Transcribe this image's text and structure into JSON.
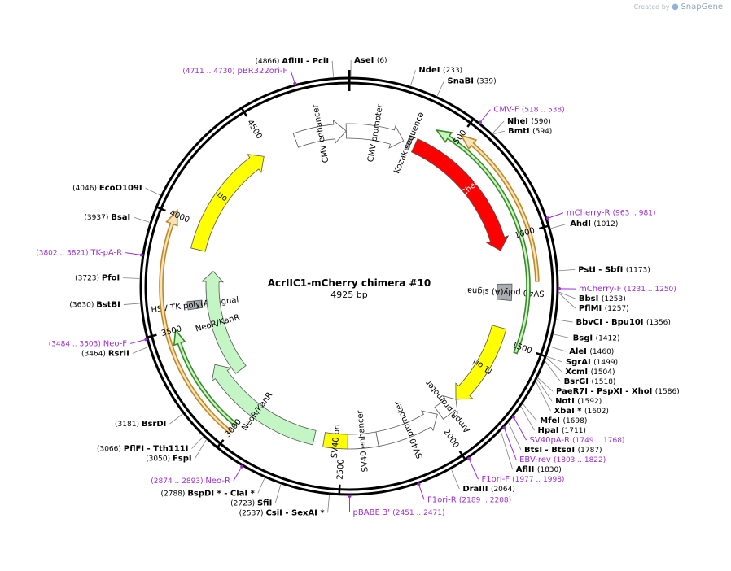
{
  "branding": {
    "created_by": "Created by",
    "product": "SnapGene"
  },
  "plasmid": {
    "name": "AcrIIC1-mCherry chimera #10",
    "size_label": "4925 bp",
    "length": 4925
  },
  "ticks": [
    {
      "bp": 500,
      "label": "500"
    },
    {
      "bp": 1000,
      "label": "1000"
    },
    {
      "bp": 1500,
      "label": "1500"
    },
    {
      "bp": 2000,
      "label": "2000"
    },
    {
      "bp": 2500,
      "label": "2500"
    },
    {
      "bp": 3000,
      "label": "3000"
    },
    {
      "bp": 3500,
      "label": "3500"
    },
    {
      "bp": 4000,
      "label": "4000"
    },
    {
      "bp": 4500,
      "label": "4500"
    }
  ],
  "features": [
    {
      "name": "CMV enhancer",
      "label": "CMV enhancer",
      "start": 4650,
      "end": 4910,
      "strand": 1,
      "color": "#ffffff",
      "ring": "inner",
      "show_label": true
    },
    {
      "name": "CMV promoter",
      "label": "CMV promoter",
      "start": 4910,
      "end": 280,
      "strand": 1,
      "color": "#ffffff",
      "ring": "inner",
      "show_label": true
    },
    {
      "name": "Kozak sequence",
      "label": "Kozak sequence",
      "start": 300,
      "end": 318,
      "strand": 0,
      "color": "#a9adb2",
      "ring": "inner",
      "show_label": true
    },
    {
      "name": "mCherry",
      "label": "mCherry",
      "start": 340,
      "end": 1050,
      "strand": 1,
      "color": "#ff0000",
      "ring": "inner",
      "show_label": true
    },
    {
      "name": "SV40 poly(A) signal",
      "label": "SV40 poly(A) signal",
      "start": 1220,
      "end": 1300,
      "strand": 0,
      "color": "#a9adb2",
      "ring": "inner",
      "show_label": true
    },
    {
      "name": "f1 ori",
      "label": "f1 ori",
      "start": 1440,
      "end": 1870,
      "strand": 1,
      "color": "#ffff00",
      "ring": "inner",
      "show_label": true
    },
    {
      "name": "AmpR promoter",
      "label": "AmpR promoter",
      "start": 1870,
      "end": 1980,
      "strand": -1,
      "color": "#ffffff",
      "ring": "inner",
      "show_label": true
    },
    {
      "name": "SV40 promoter",
      "label": "SV40 promoter",
      "start": 1990,
      "end": 2320,
      "strand": -1,
      "color": "#ffffff",
      "ring": "inner",
      "show_label": true
    },
    {
      "name": "SV40 enhancer",
      "label": "SV40 enhancer",
      "start": 2320,
      "end": 2470,
      "strand": 0,
      "color": "#ffffff",
      "ring": "inner",
      "show_label": true
    },
    {
      "name": "SV40 ori",
      "label": "SV40 ori",
      "start": 2470,
      "end": 2590,
      "strand": 0,
      "color": "#ffff00",
      "ring": "inner",
      "show_label": true
    },
    {
      "name": "NeoR/KanR",
      "label": "NeoR/KanR",
      "start": 2640,
      "end": 3280,
      "strand": 1,
      "color": "#c4f5c4",
      "ring": "inner",
      "show_label": true
    },
    {
      "name": "HSV TK poly(A) signal",
      "label": "HSV TK poly(A) signal",
      "start": 3580,
      "end": 3620,
      "strand": 0,
      "color": "#a9adb2",
      "ring": "inner",
      "show_label": true
    },
    {
      "name": "ori",
      "label": "ori",
      "start": 3880,
      "end": 4470,
      "strand": 1,
      "color": "#ffff00",
      "ring": "inner",
      "show_label": true
    },
    {
      "name": "mCherry-green-orf",
      "label": "",
      "start": 400,
      "end": 1530,
      "strand": -1,
      "color": "#c7f5c0",
      "ring": "orf1",
      "show_label": false
    },
    {
      "name": "mCherry-orange-orf",
      "label": "",
      "start": 500,
      "end": 1210,
      "strand": -1,
      "color": "#f7e3b5",
      "ring": "orf2",
      "show_label": false
    },
    {
      "name": "neo-green-orf",
      "label": "",
      "start": 3000,
      "end": 3500,
      "strand": 1,
      "color": "#c7f5c0",
      "ring": "orf1",
      "show_label": false
    },
    {
      "name": "neo-orange-orf",
      "label": "",
      "start": 3000,
      "end": 4020,
      "strand": 1,
      "color": "#f7e3b5",
      "ring": "orf2",
      "show_label": false
    },
    {
      "name": "NeoR/KanR",
      "label": "NeoR/KanR",
      "start": 3180,
      "end": 3780,
      "strand": 1,
      "color": "#c4f5c4",
      "ring": "inner2",
      "show_label": true
    }
  ],
  "sites": [
    {
      "name": "AseI",
      "pos_label": "(6)",
      "bp": 6,
      "type": "enzyme"
    },
    {
      "name": "NdeI",
      "pos_label": "(233)",
      "bp": 233,
      "type": "enzyme"
    },
    {
      "name": "SnaBI",
      "pos_label": "(339)",
      "bp": 339,
      "type": "enzyme"
    },
    {
      "name": "CMV-F",
      "pos_label": "(518 .. 538)",
      "bp": 528,
      "type": "primer"
    },
    {
      "name": "NheI",
      "pos_label": "(590)",
      "bp": 590,
      "type": "enzyme"
    },
    {
      "name": "BmtI",
      "pos_label": "(594)",
      "bp": 594,
      "type": "enzyme"
    },
    {
      "name": "mCherry-R",
      "pos_label": "(963 .. 981)",
      "bp": 972,
      "type": "primer"
    },
    {
      "name": "AhdI",
      "pos_label": "(1012)",
      "bp": 1012,
      "type": "enzyme"
    },
    {
      "name": "PstI - SbfI",
      "pos_label": "(1173)",
      "bp": 1173,
      "type": "enzyme"
    },
    {
      "name": "mCherry-F",
      "pos_label": "(1231 .. 1250)",
      "bp": 1240,
      "type": "primer"
    },
    {
      "name": "BbsI",
      "pos_label": "(1253)",
      "bp": 1253,
      "type": "enzyme"
    },
    {
      "name": "PflMI",
      "pos_label": "(1257)",
      "bp": 1257,
      "type": "enzyme"
    },
    {
      "name": "BbvCI - Bpu10I",
      "pos_label": "(1356)",
      "bp": 1356,
      "type": "enzyme"
    },
    {
      "name": "BsgI",
      "pos_label": "(1412)",
      "bp": 1412,
      "type": "enzyme"
    },
    {
      "name": "AleI",
      "pos_label": "(1460)",
      "bp": 1460,
      "type": "enzyme"
    },
    {
      "name": "SgrAI",
      "pos_label": "(1499)",
      "bp": 1499,
      "type": "enzyme"
    },
    {
      "name": "XcmI",
      "pos_label": "(1504)",
      "bp": 1504,
      "type": "enzyme"
    },
    {
      "name": "BsrGI",
      "pos_label": "(1518)",
      "bp": 1518,
      "type": "enzyme"
    },
    {
      "name": "PaeR7I - PspXI - XhoI",
      "pos_label": "(1586)",
      "bp": 1586,
      "type": "enzyme"
    },
    {
      "name": "NotI",
      "pos_label": "(1592)",
      "bp": 1592,
      "type": "enzyme"
    },
    {
      "name": "XbaI *",
      "pos_label": "(1602)",
      "bp": 1602,
      "type": "enzyme"
    },
    {
      "name": "MfeI",
      "pos_label": "(1698)",
      "bp": 1698,
      "type": "enzyme"
    },
    {
      "name": "HpaI",
      "pos_label": "(1711)",
      "bp": 1711,
      "type": "enzyme"
    },
    {
      "name": "SV40pA-R",
      "pos_label": "(1749 .. 1768)",
      "bp": 1758,
      "type": "primer"
    },
    {
      "name": "BtsI - BtsαI",
      "pos_label": "(1787)",
      "bp": 1787,
      "type": "enzyme"
    },
    {
      "name": "EBV-rev",
      "pos_label": "(1803 .. 1822)",
      "bp": 1812,
      "type": "primer"
    },
    {
      "name": "AflII",
      "pos_label": "(1830)",
      "bp": 1830,
      "type": "enzyme"
    },
    {
      "name": "F1ori-F",
      "pos_label": "(1977 .. 1998)",
      "bp": 1987,
      "type": "primer"
    },
    {
      "name": "DraIII",
      "pos_label": "(2064)",
      "bp": 2064,
      "type": "enzyme"
    },
    {
      "name": "F1ori-R",
      "pos_label": "(2189 .. 2208)",
      "bp": 2198,
      "type": "primer"
    },
    {
      "name": "pBABE 3'",
      "pos_label": "(2451 .. 2471)",
      "bp": 2461,
      "type": "primer"
    },
    {
      "name": "CsiI - SexAI *",
      "pos_label": "(2537)",
      "bp": 2537,
      "type": "enzyme"
    },
    {
      "name": "SfiI",
      "pos_label": "(2723)",
      "bp": 2723,
      "type": "enzyme"
    },
    {
      "name": "BspDI * - ClaI *",
      "pos_label": "(2788)",
      "bp": 2788,
      "type": "enzyme"
    },
    {
      "name": "Neo-R",
      "pos_label": "(2874 .. 2893)",
      "bp": 2883,
      "type": "primer"
    },
    {
      "name": "FspI",
      "pos_label": "(3050)",
      "bp": 3050,
      "type": "enzyme"
    },
    {
      "name": "PflFI - Tth111I",
      "pos_label": "(3066)",
      "bp": 3066,
      "type": "enzyme"
    },
    {
      "name": "BsrDI",
      "pos_label": "(3181)",
      "bp": 3181,
      "type": "enzyme"
    },
    {
      "name": "RsrII",
      "pos_label": "(3464)",
      "bp": 3464,
      "type": "enzyme"
    },
    {
      "name": "Neo-F",
      "pos_label": "(3484 .. 3503)",
      "bp": 3493,
      "type": "primer"
    },
    {
      "name": "BstBI",
      "pos_label": "(3630)",
      "bp": 3630,
      "type": "enzyme"
    },
    {
      "name": "PfoI",
      "pos_label": "(3723)",
      "bp": 3723,
      "type": "enzyme"
    },
    {
      "name": "TK-pA-R",
      "pos_label": "(3802 .. 3821)",
      "bp": 3811,
      "type": "primer"
    },
    {
      "name": "BsaI",
      "pos_label": "(3937)",
      "bp": 3937,
      "type": "enzyme"
    },
    {
      "name": "EcoO109I",
      "pos_label": "(4046)",
      "bp": 4046,
      "type": "enzyme"
    },
    {
      "name": "pBR322ori-F",
      "pos_label": "(4711 .. 4730)",
      "bp": 4720,
      "type": "primer"
    },
    {
      "name": "AflIII - PciI",
      "pos_label": "(4866)",
      "bp": 4866,
      "type": "enzyme"
    }
  ],
  "colors": {
    "backbone": "#000000",
    "primer": "#9b2fd0",
    "enzyme": "#000000",
    "leader": "#808080"
  }
}
